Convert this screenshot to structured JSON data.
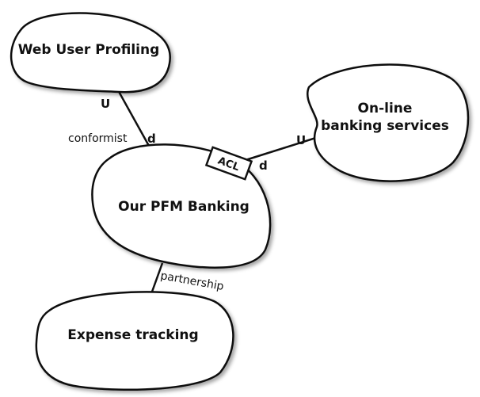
{
  "contexts": {
    "web_user_profiling": "Web User Profiling",
    "online_banking_line1": "On-line",
    "online_banking_line2": "banking services",
    "our_pfm_banking": "Our PFM Banking",
    "expense_tracking": "Expense tracking"
  },
  "relationships": {
    "conformist": "conformist",
    "partnership": "partnership",
    "acl": "ACL"
  },
  "markers": {
    "profiling_upstream": "U",
    "pfm_downstream_from_profiling": "d",
    "banking_upstream": "U",
    "pfm_downstream_from_banking": "d"
  }
}
